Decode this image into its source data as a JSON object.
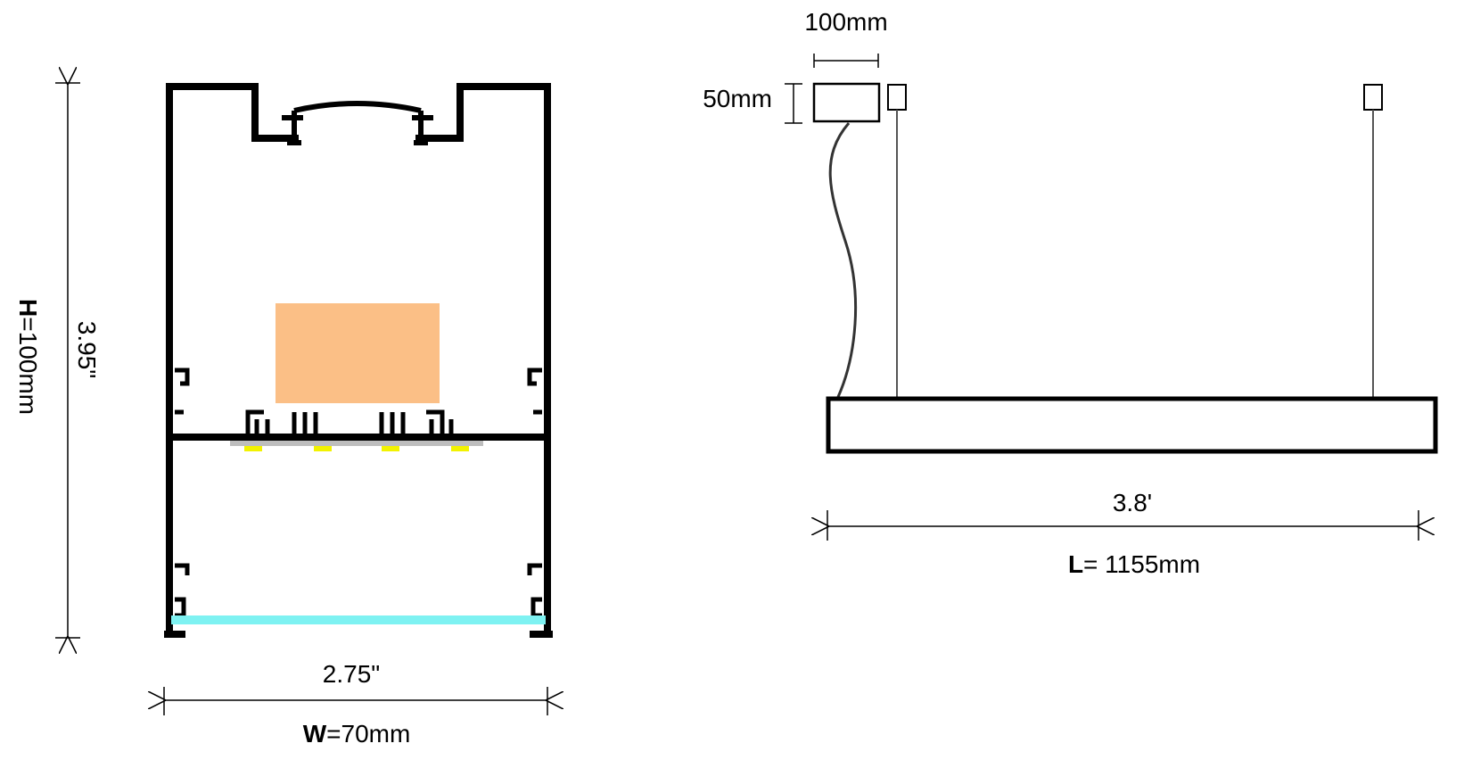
{
  "section_view": {
    "height_label_prefix": "H",
    "height_label_value": "=100mm",
    "height_label_alt": "3.95\"",
    "width_label_alt": "2.75\"",
    "width_label_prefix": "W",
    "width_label_value": "=70mm",
    "colors": {
      "profile": "#000000",
      "driver": "#FBBF86",
      "led_chip": "#F2F200",
      "led_board": "#BDBDBD",
      "diffuser": "#7EF2F2"
    }
  },
  "pendant_view": {
    "driver_width_label": "100mm",
    "driver_height_label": "50mm",
    "length_label_alt": "3.8'",
    "length_label_prefix": "L",
    "length_label_value": "= 1155mm"
  }
}
